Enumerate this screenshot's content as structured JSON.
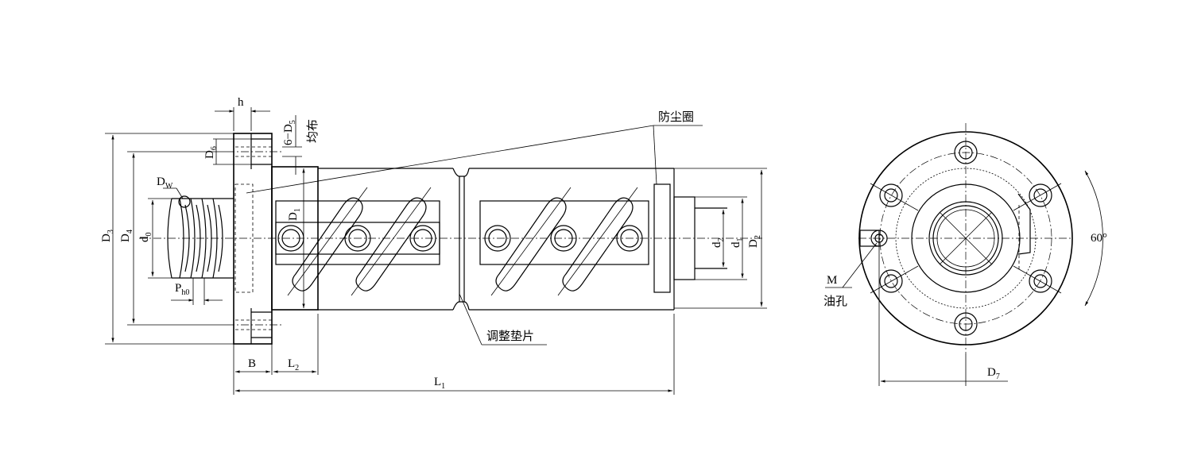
{
  "labels": {
    "h": "h",
    "d6": "D",
    "d6_sub": "6",
    "d5_prefix": "6−D",
    "d5_sub": "5",
    "evenly": "均布",
    "dustproof": "防尘圈",
    "dw": "D",
    "dw_sub": "W",
    "d3": "D",
    "d3_sub": "3",
    "d4": "D",
    "d4_sub": "4",
    "d0": "d",
    "d0_sub": "0",
    "d1_big": "D",
    "d1_big_sub": "1",
    "ph0": "P",
    "ph0_sub": "h0",
    "small_d2": "d",
    "small_d2_sub": "2",
    "small_d1": "d",
    "small_d1_sub": "1",
    "big_d2": "D",
    "big_d2_sub": "2",
    "shim": "调整垫片",
    "b": "B",
    "l2": "L",
    "l2_sub": "2",
    "l1": "L",
    "l1_sub": "1",
    "m": "M",
    "oil_hole": "油孔",
    "d7": "D",
    "d7_sub": "7",
    "angle": "60°"
  }
}
